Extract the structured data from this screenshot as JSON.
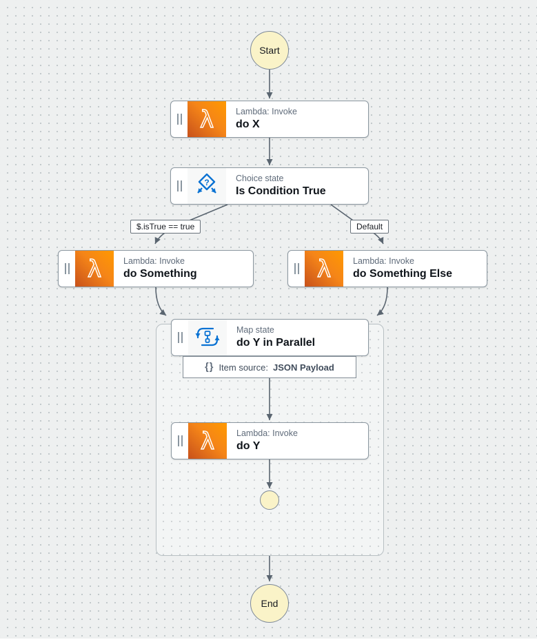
{
  "diagram": {
    "start_label": "Start",
    "end_label": "End",
    "states": {
      "do_x": {
        "type_label": "Lambda: Invoke",
        "name": "do X"
      },
      "choice": {
        "type_label": "Choice state",
        "name": "Is Condition True"
      },
      "do_something": {
        "type_label": "Lambda: Invoke",
        "name": "do Something"
      },
      "do_something_else": {
        "type_label": "Lambda: Invoke",
        "name": "do Something Else"
      },
      "map": {
        "type_label": "Map state",
        "name": "do Y in Parallel"
      },
      "do_y": {
        "type_label": "Lambda: Invoke",
        "name": "do Y"
      }
    },
    "edge_labels": {
      "condition_true": "$.isTrue == true",
      "default": "Default"
    },
    "item_source": {
      "label": "Item source:",
      "value": "JSON Payload"
    }
  },
  "icons": {
    "lambda_glyph": "λ",
    "question_glyph": "?",
    "brace_glyph": "{}",
    "drag_handle": "vertical-grip"
  },
  "colors": {
    "canvas_background": "#eef0f0",
    "dot_grid": "#c6cccf",
    "lambda_gradient_start": "#c8511b",
    "lambda_gradient_end": "#ff9900",
    "aws_icon_blue": "#0972d3",
    "connector": "#5a6570",
    "node_border": "#8b97a0",
    "terminal_fill": "#faf3c8",
    "type_label_text": "#5f6b7a",
    "name_text": "#0f141a"
  }
}
